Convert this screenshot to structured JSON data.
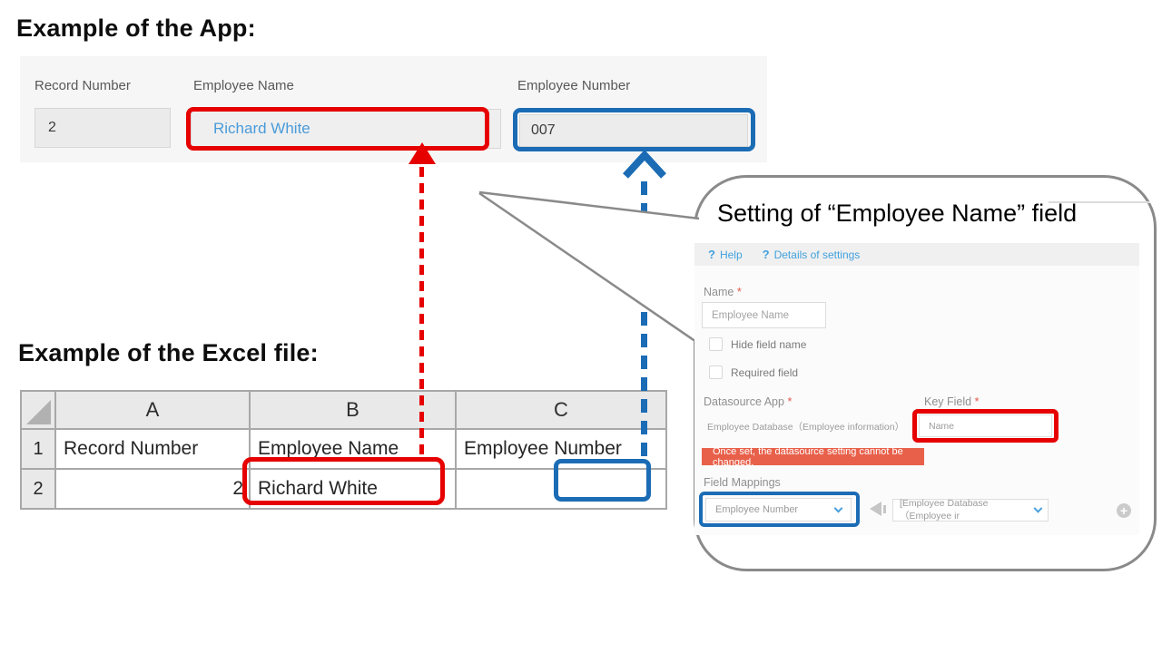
{
  "app_example": {
    "heading": "Example of the App:",
    "fields": [
      {
        "label": "Record Number",
        "value": "2"
      },
      {
        "label": "Employee Name",
        "value": "Richard White"
      },
      {
        "label": "Employee Number",
        "value": "007"
      }
    ]
  },
  "excel_example": {
    "heading": "Example of the Excel file:",
    "column_headers": [
      "A",
      "B",
      "C"
    ],
    "rows": [
      {
        "num": "1",
        "cells": [
          "Record Number",
          "Employee Name",
          "Employee Number"
        ]
      },
      {
        "num": "2",
        "cells": [
          "2",
          "Richard White",
          ""
        ]
      }
    ]
  },
  "callout": {
    "title": "Setting of “Employee Name” field",
    "help_bar": {
      "icon": "?",
      "help": "Help",
      "details": "Details of settings"
    },
    "required_mark": "*",
    "name_label": "Name",
    "name_value": "Employee Name",
    "checkboxes": [
      {
        "label": "Hide field name"
      },
      {
        "label": "Required field"
      }
    ],
    "datasource_label": "Datasource App",
    "datasource_value": "Employee Database（Employee information）",
    "key_field_label": "Key Field",
    "key_field_value": "Name",
    "warning": "Once set, the datasource setting cannot be changed.",
    "field_mappings_label": "Field Mappings",
    "mapping_left_value": "Employee Number",
    "mapping_right_value": "[Employee Database（Employee ir",
    "add_icon": "+"
  },
  "colors": {
    "highlight_red": "#e60000",
    "highlight_blue": "#1b6cb5",
    "warning_bg": "#e8604a",
    "link_blue": "#42a1dd",
    "app_link_text": "#4a9bd9",
    "bubble_border": "#8a8a8a"
  }
}
